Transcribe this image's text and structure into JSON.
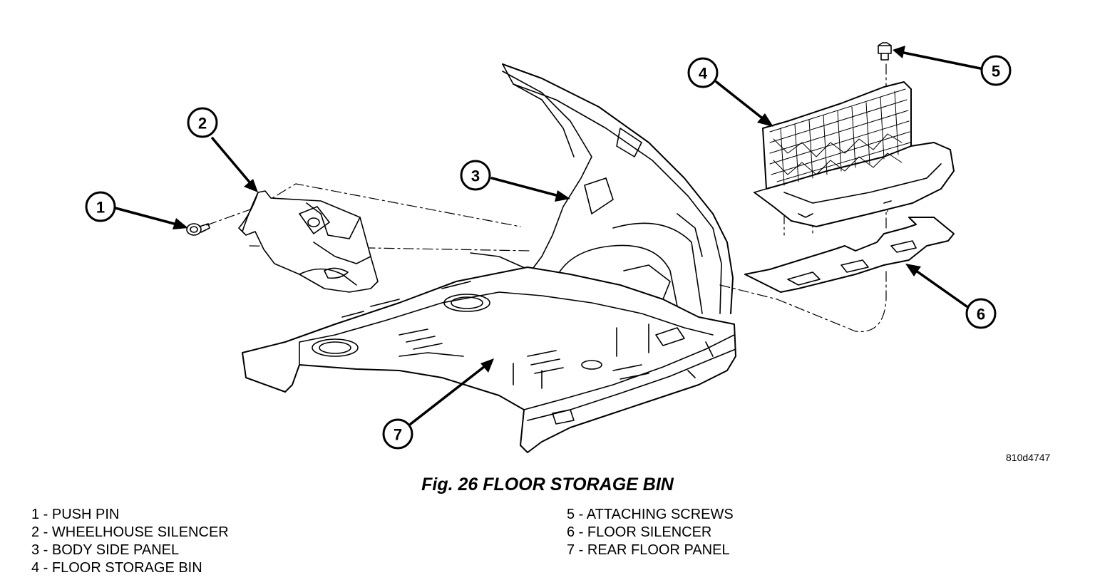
{
  "figure_id": "810d4747",
  "caption": "Fig. 26 FLOOR STORAGE BIN",
  "callouts": [
    "1",
    "2",
    "3",
    "4",
    "5",
    "6",
    "7"
  ],
  "legend": {
    "left": [
      "1 - PUSH PIN",
      "2 - WHEELHOUSE SILENCER",
      "3 - BODY SIDE PANEL",
      "4 - FLOOR STORAGE BIN"
    ],
    "right": [
      "5 - ATTACHING SCREWS",
      "6 - FLOOR SILENCER",
      "7 - REAR FLOOR PANEL"
    ]
  }
}
